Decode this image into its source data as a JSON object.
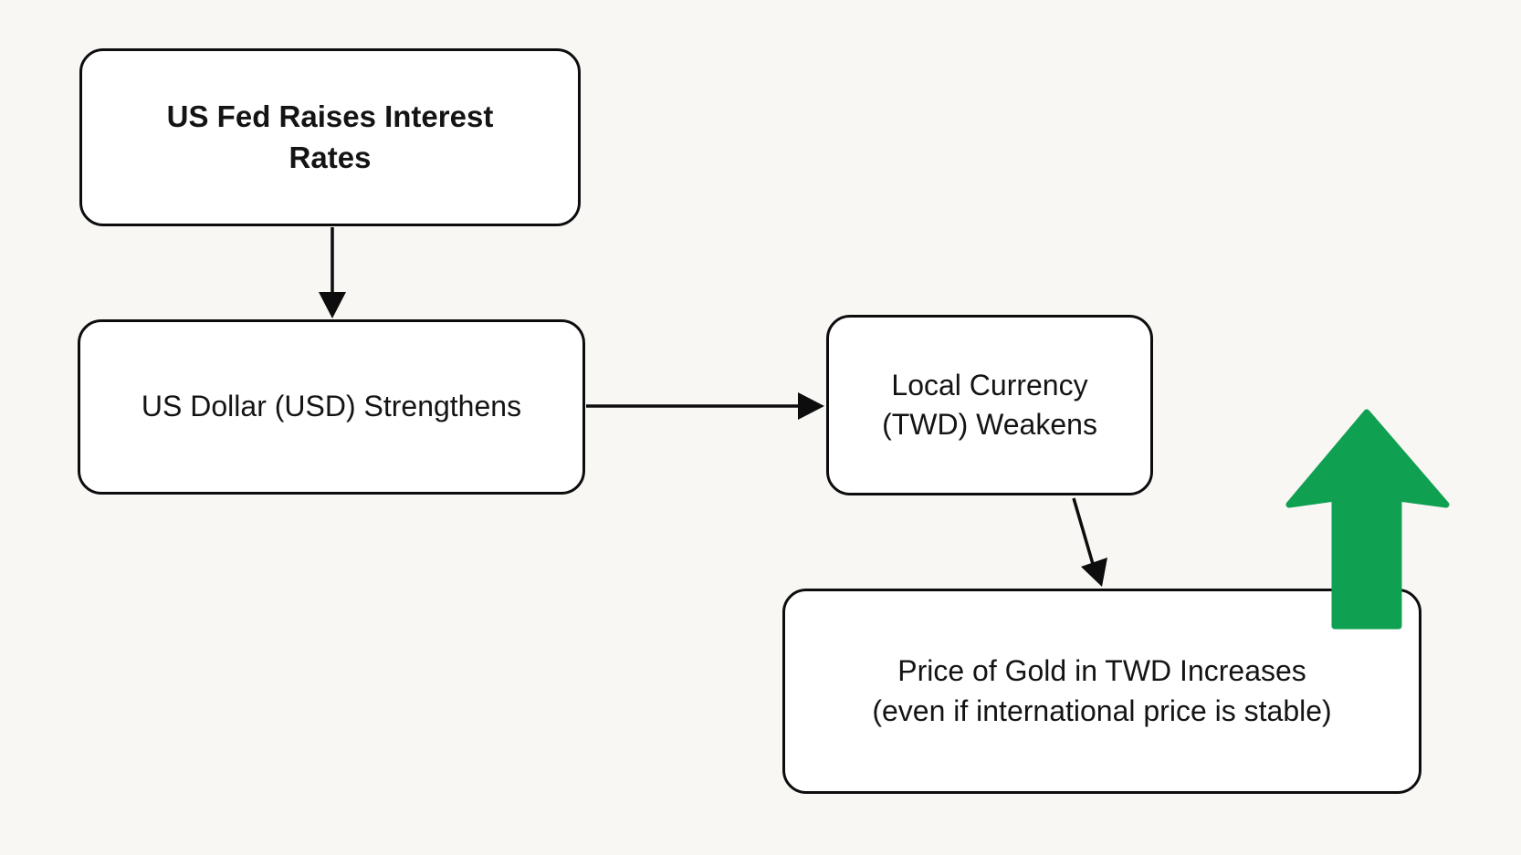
{
  "diagram": {
    "background_color": "#f8f7f4",
    "box_border_color": "#0d0d0d",
    "box_fill_color": "#ffffff",
    "nodes": [
      {
        "id": "fed",
        "lines": [
          "US Fed Raises Interest",
          "Rates"
        ],
        "bold": true
      },
      {
        "id": "usd",
        "lines": [
          "US Dollar (USD) Strengthens"
        ],
        "bold": false
      },
      {
        "id": "twd",
        "lines": [
          "Local Currency",
          "(TWD) Weakens"
        ],
        "bold": false
      },
      {
        "id": "gold",
        "lines": [
          "Price of Gold in TWD Increases",
          "(even if international price is stable)"
        ],
        "bold": false
      }
    ],
    "edges": [
      {
        "from": "US Fed Raises Interest Rates",
        "to": "US Dollar (USD) Strengthens",
        "direction": "down"
      },
      {
        "from": "US Dollar (USD) Strengthens",
        "to": "Local Currency (TWD) Weakens",
        "direction": "right"
      },
      {
        "from": "Local Currency (TWD) Weakens",
        "to": "Price of Gold in TWD Increases (even if international price is stable)",
        "direction": "down-right"
      }
    ],
    "indicator": {
      "type": "up-arrow",
      "color": "#10a052"
    }
  }
}
